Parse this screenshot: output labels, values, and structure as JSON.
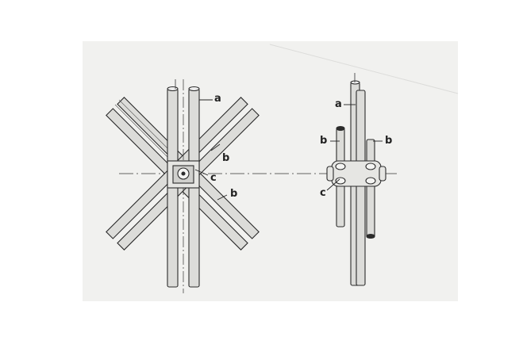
{
  "labels": {
    "left_a": "a",
    "left_b_upper": "b",
    "left_b_lower": "b",
    "left_c": "c",
    "right_a": "a",
    "right_b_left": "b",
    "right_b_right": "b",
    "right_c": "c"
  },
  "colors": {
    "paper": "#f1f1ef",
    "ink": "#2b2b2b",
    "tube_fill": "#d9d9d6"
  }
}
